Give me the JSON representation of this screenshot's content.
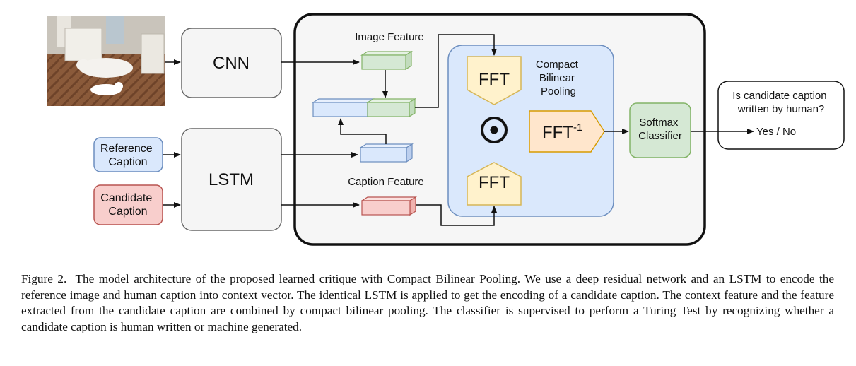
{
  "diagram": {
    "cnn_label": "CNN",
    "lstm_label": "LSTM",
    "image_feature_label": "Image Feature",
    "caption_feature_label": "Caption Feature",
    "reference_caption": [
      "Reference",
      "Caption"
    ],
    "candidate_caption": [
      "Candidate",
      "Caption"
    ],
    "cbp_title": [
      "Compact",
      "Bilinear",
      "Pooling"
    ],
    "fft_label": "FFT",
    "ifft_label": "FFT",
    "ifft_superscript": "-1",
    "softmax_label": [
      "Softmax",
      "Classifier"
    ],
    "question": [
      "Is candidate caption",
      "written by human?"
    ],
    "answer": "Yes / No",
    "colors": {
      "green_fill": "#d5e8d4",
      "green_stroke": "#82b366",
      "blue_fill": "#dae8fc",
      "blue_stroke": "#6c8ebf",
      "red_fill": "#f8cecc",
      "red_stroke": "#b85450",
      "yellow_fill": "#fff2cc",
      "yellow_stroke": "#d6b656",
      "orange_fill": "#ffe6cc",
      "orange_stroke": "#d79b00",
      "grey_fill": "#f5f5f5",
      "grey_stroke": "#666666"
    }
  },
  "caption": {
    "label": "Figure 2.",
    "text": "The model architecture of the proposed learned critique with Compact Bilinear Pooling. We use a deep residual network and an LSTM to encode the reference image and human caption into context vector. The identical LSTM is applied to get the encoding of a candidate caption. The context feature and the feature extracted from the candidate caption are combined by compact bilinear pooling. The classifier is supervised to perform a Turing Test by recognizing whether a candidate caption is human written or machine generated."
  }
}
